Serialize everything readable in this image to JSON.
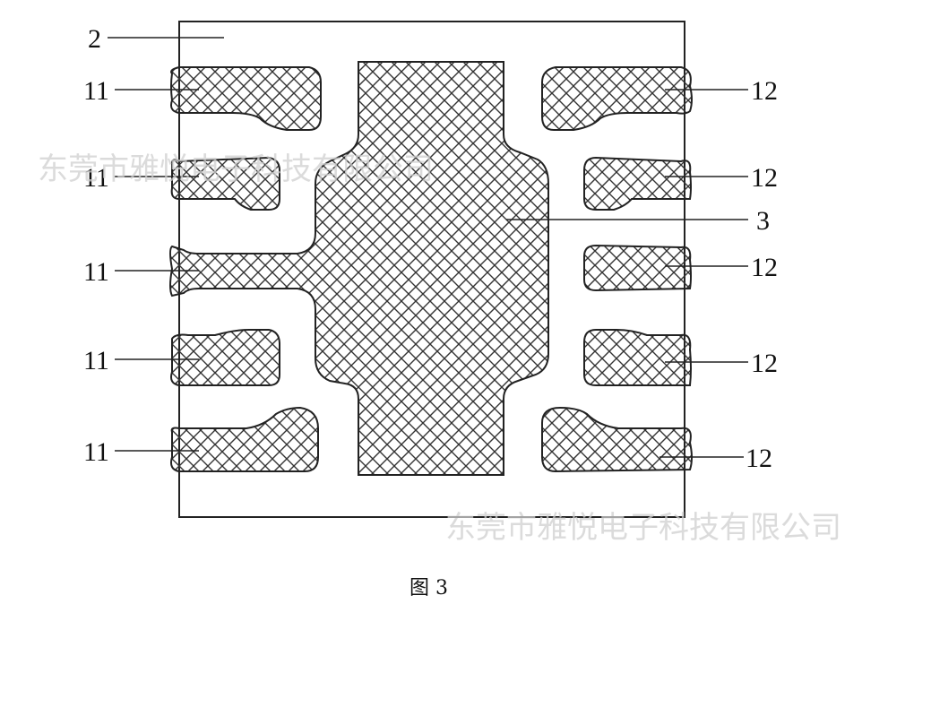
{
  "labels": {
    "body": "2",
    "left_pin": "11",
    "right_pin": "12",
    "pad": "3"
  },
  "watermark": "东莞市雅悦电子科技有限公司",
  "caption": "图 3",
  "colors": {
    "stroke": "#222222",
    "hatch": "#333333",
    "watermark": "#cfcfcf"
  }
}
